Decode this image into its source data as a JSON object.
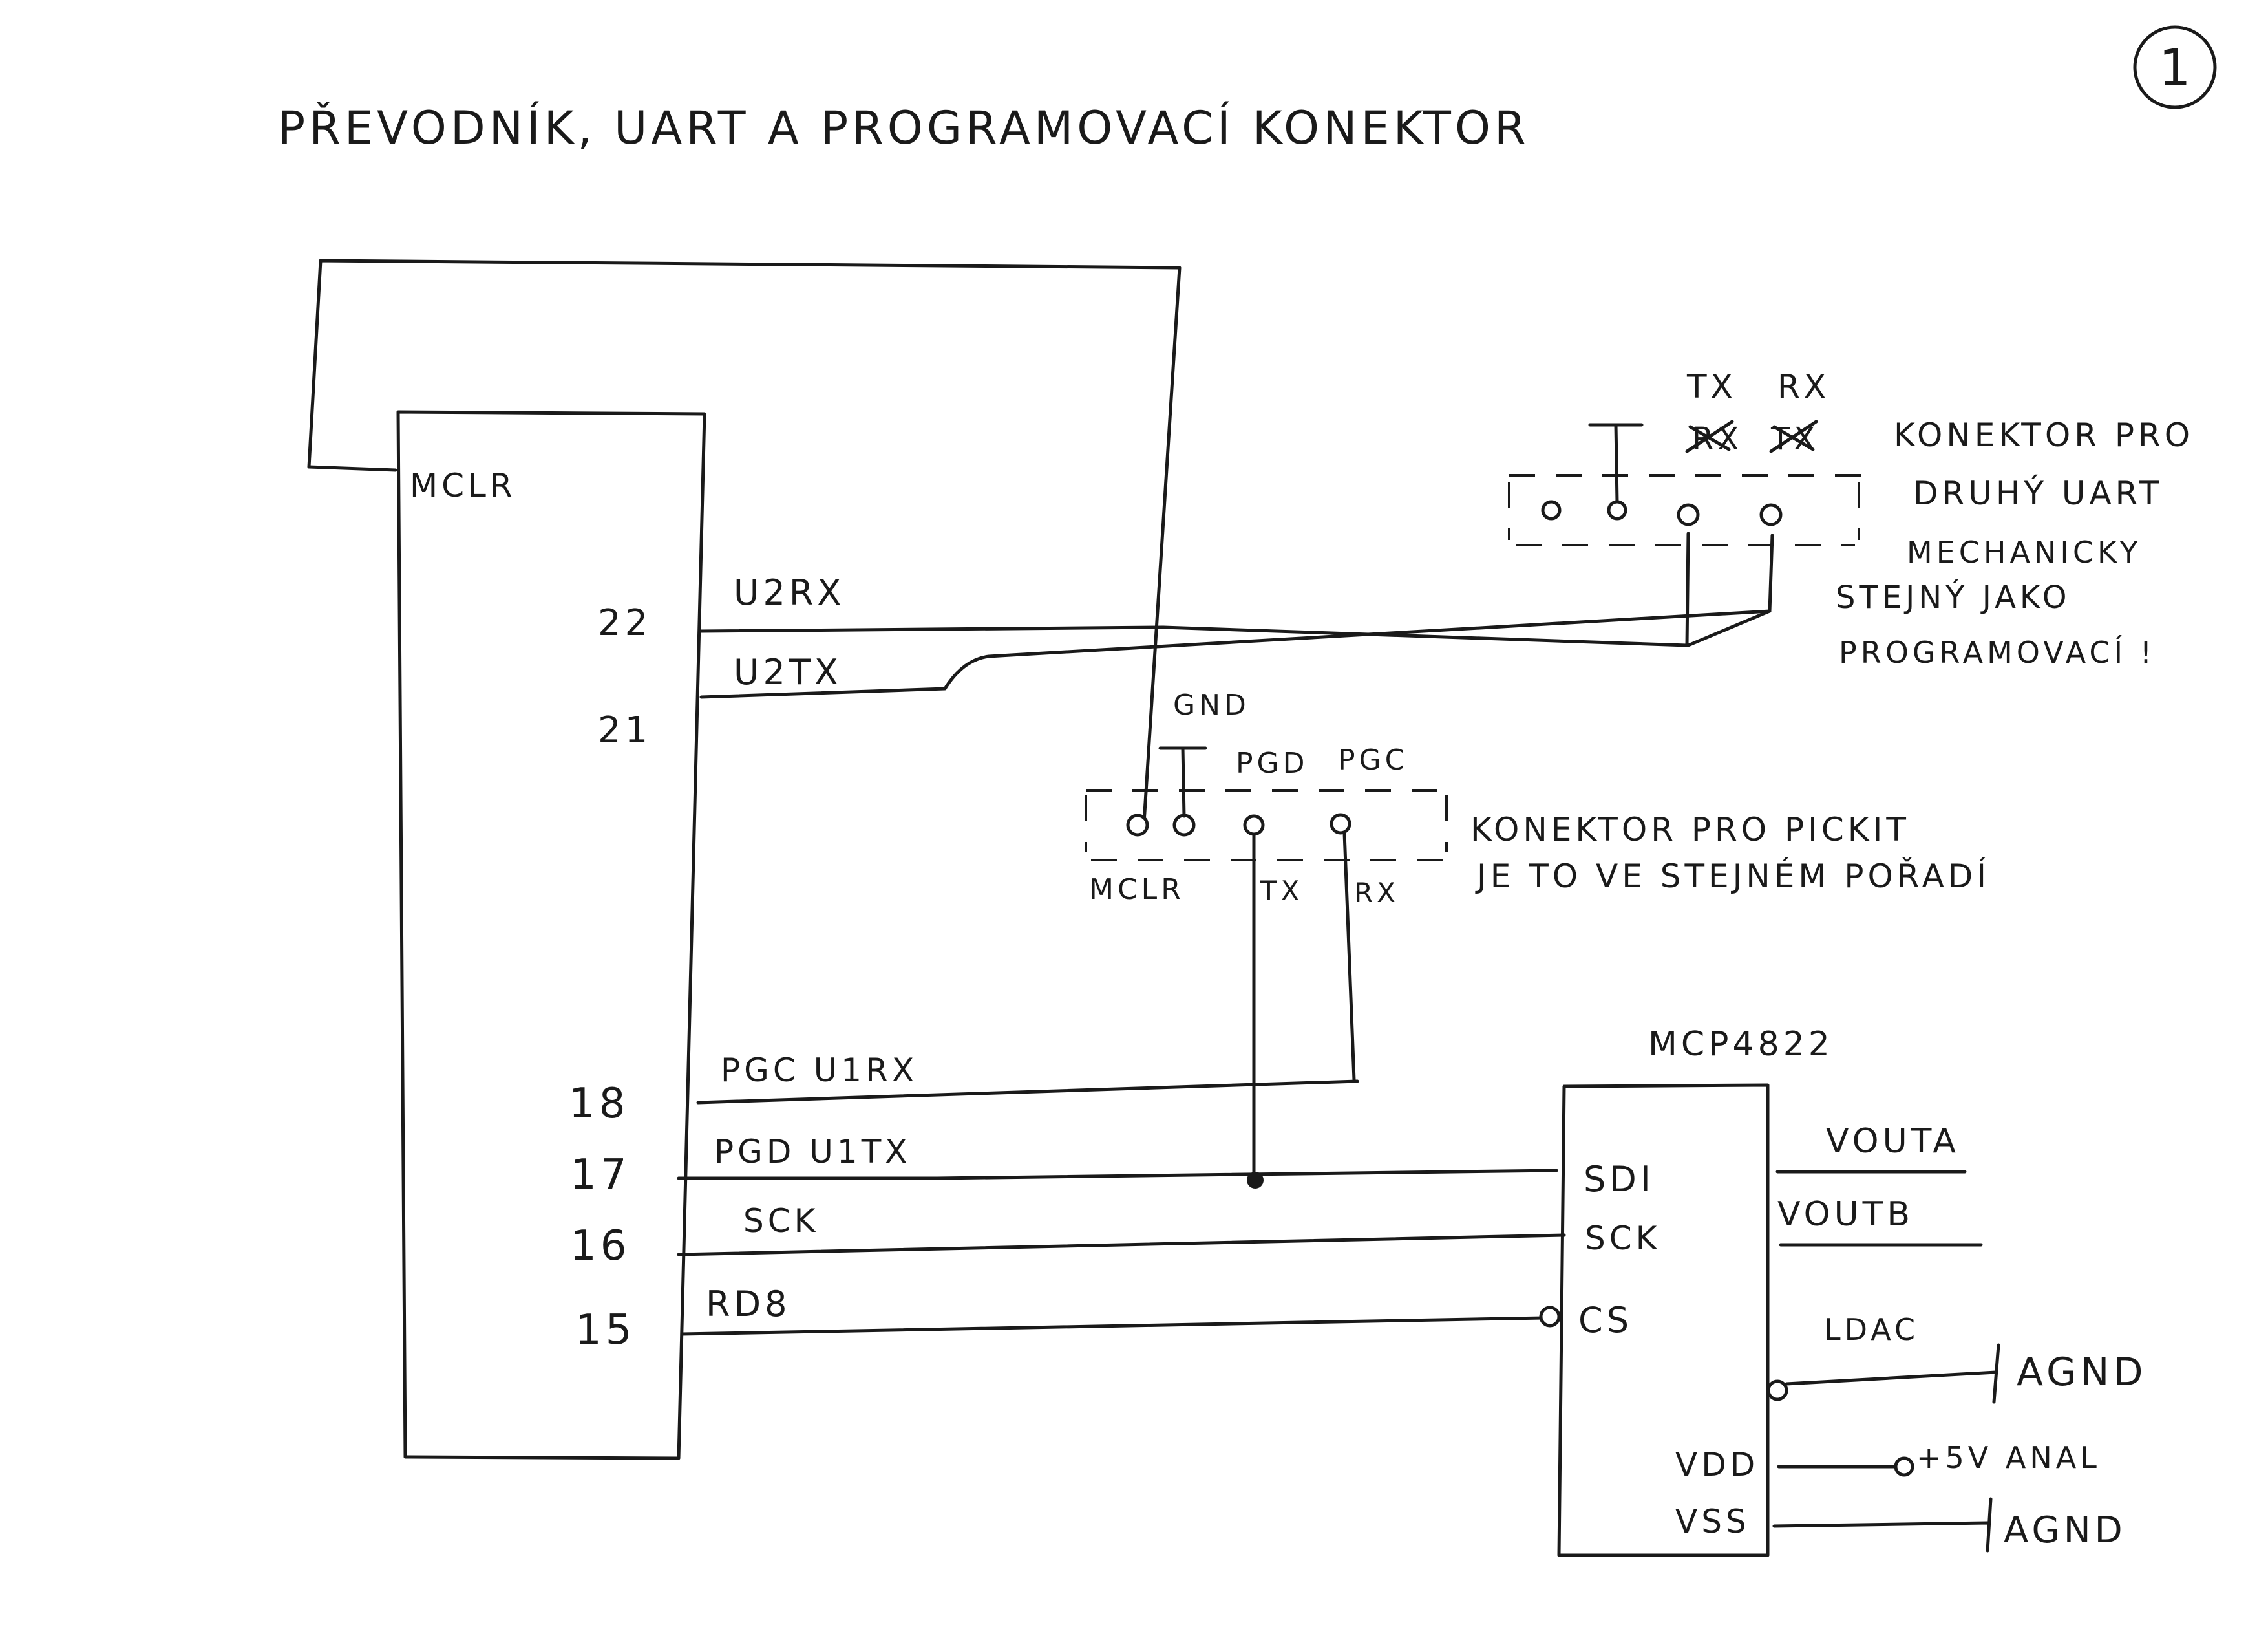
{
  "title": "PŘEVODNÍK, UART A PROGRAMOVACÍ KONEKTOR",
  "page_number": "1",
  "mcu": {
    "mclr": "MCLR",
    "pins": [
      {
        "num": "22",
        "signal": "U2RX"
      },
      {
        "num": "21",
        "signal": "U2TX"
      },
      {
        "num": "18",
        "signal": "PGC U1RX"
      },
      {
        "num": "17",
        "signal": "PGD U1TX"
      },
      {
        "num": "16",
        "signal": "SCK"
      },
      {
        "num": "15",
        "signal": "RD8"
      }
    ]
  },
  "uart2_connector": {
    "tx_label": "TX",
    "rx_label": "RX",
    "struck_label_1": "RX",
    "struck_label_2": "TX",
    "note_lines": [
      "KONEKTOR PRO",
      "DRUHÝ UART",
      "MECHANICKY",
      "STEJNÝ JAKO",
      "PROGRAMOVACÍ !"
    ]
  },
  "pickit_connector": {
    "gnd_label": "GND",
    "pgd_label": "PGD",
    "pgc_label": "PGC",
    "mclr_label": "MCLR",
    "tx_label": "TX",
    "rx_label": "RX",
    "note_lines": [
      "KONEKTOR PRO PICKIT",
      "JE TO VE STEJNÉM POŘADÍ"
    ]
  },
  "dac": {
    "name": "MCP4822",
    "pins": {
      "sdi": "SDI",
      "sck": "SCK",
      "cs": "CS",
      "voutа": "VOUTA",
      "voutb": "VOUTB",
      "ldac": "LDAC",
      "vdd": "VDD",
      "vss": "VSS"
    },
    "ldac_net": "AGND",
    "vdd_net": "+5V ANAL",
    "vss_net": "AGND"
  }
}
